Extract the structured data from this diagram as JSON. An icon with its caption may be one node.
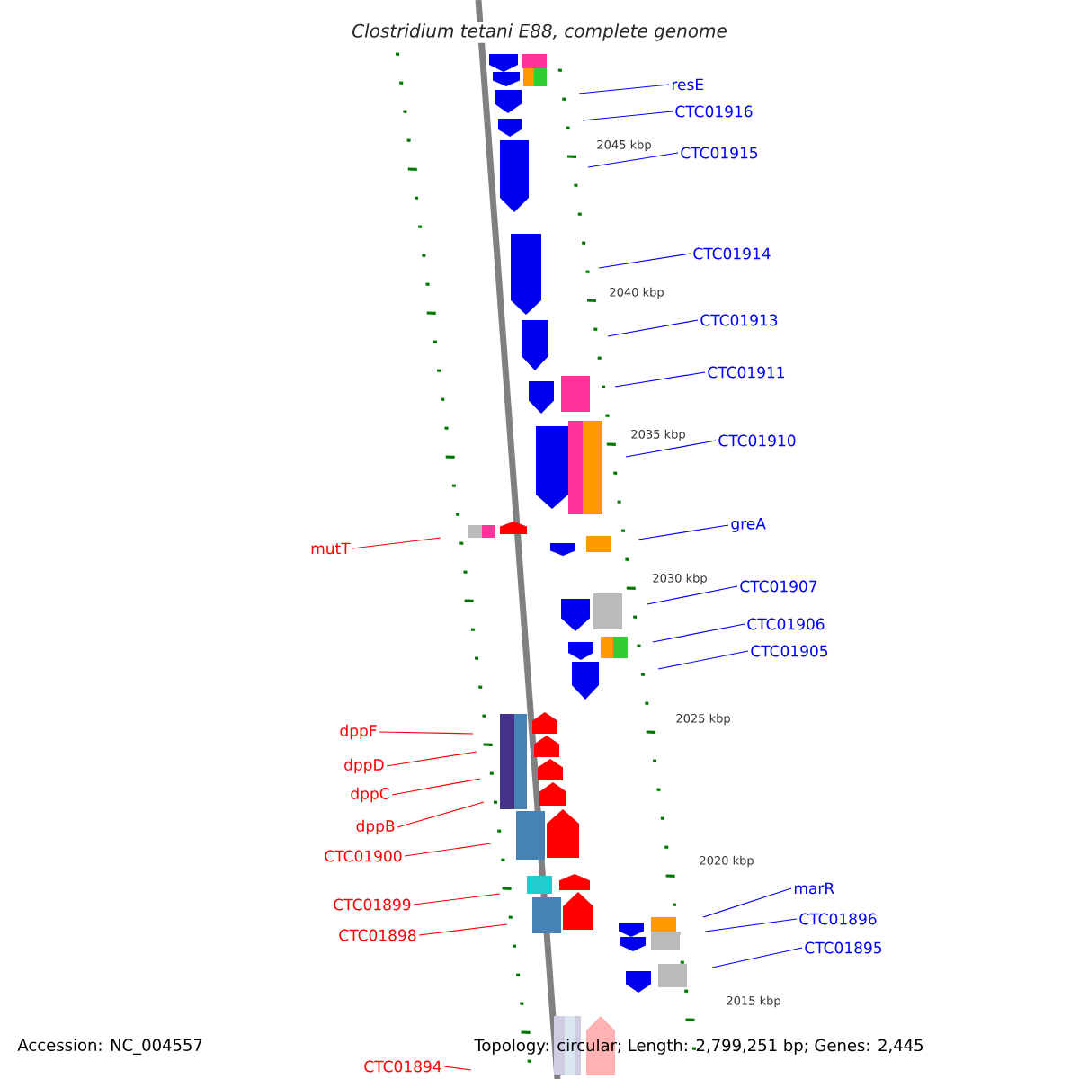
{
  "diagram": {
    "title": "Clostridium tetani E88, complete genome",
    "nodes": [
      {
        "text": [
          "resE"
        ]
      },
      {
        "text": [
          "CTC01916"
        ]
      },
      {
        "text": [
          "CTC01915"
        ]
      },
      {
        "text": [
          "CTC01914"
        ]
      },
      {
        "text": [
          "CTC01913"
        ]
      },
      {
        "text": [
          "CTC01911"
        ]
      },
      {
        "text": [
          "CTC01910"
        ]
      },
      {
        "text": [
          "greA"
        ]
      },
      {
        "text": [
          "mutT"
        ]
      },
      {
        "text": [
          "CTC01907"
        ]
      },
      {
        "text": [
          "CTC01906"
        ]
      },
      {
        "text": [
          "CTC01905"
        ]
      },
      {
        "text": [
          "dppF"
        ]
      },
      {
        "text": [
          "dppD"
        ]
      },
      {
        "text": [
          "dppC"
        ]
      },
      {
        "text": [
          "dppB"
        ]
      },
      {
        "text": [
          "CTC01900"
        ]
      },
      {
        "text": [
          "CTC01899"
        ]
      },
      {
        "text": [
          "CTC01898"
        ]
      },
      {
        "text": [
          "marR"
        ]
      },
      {
        "text": [
          "CTC01896"
        ]
      },
      {
        "text": [
          "CTC01895"
        ]
      },
      {
        "text": [
          "CTC01894"
        ]
      }
    ],
    "edges": [
      {
        "from": 0,
        "to": null,
        "arrow": "none"
      },
      {
        "from": 1,
        "to": null,
        "arrow": "none"
      },
      {
        "from": 2,
        "to": null,
        "arrow": "none"
      },
      {
        "from": 3,
        "to": null,
        "arrow": "none"
      },
      {
        "from": 4,
        "to": null,
        "arrow": "none"
      },
      {
        "from": 5,
        "to": null,
        "arrow": "none"
      },
      {
        "from": 6,
        "to": null,
        "arrow": "none"
      },
      {
        "from": 7,
        "to": null,
        "arrow": "none"
      },
      {
        "from": 8,
        "to": null,
        "arrow": "none",
        "color": "#ff0000"
      },
      {
        "from": 9,
        "to": null,
        "arrow": "none"
      },
      {
        "from": 10,
        "to": null,
        "arrow": "none"
      },
      {
        "from": 11,
        "to": null,
        "arrow": "none"
      },
      {
        "from": 12,
        "to": null,
        "arrow": "none",
        "color": "#ff0000"
      },
      {
        "from": 13,
        "to": null,
        "arrow": "none",
        "color": "#ff0000"
      },
      {
        "from": 14,
        "to": null,
        "arrow": "none",
        "color": "#ff0000"
      },
      {
        "from": 15,
        "to": null,
        "arrow": "none",
        "color": "#ff0000"
      },
      {
        "from": 16,
        "to": null,
        "arrow": "none",
        "color": "#ff0000"
      },
      {
        "from": 17,
        "to": null,
        "arrow": "none",
        "color": "#ff0000"
      },
      {
        "from": 18,
        "to": null,
        "arrow": "none",
        "color": "#ff0000"
      },
      {
        "from": 19,
        "to": null,
        "arrow": "none"
      },
      {
        "from": 20,
        "to": null,
        "arrow": "none"
      },
      {
        "from": 21,
        "to": null,
        "arrow": "none"
      },
      {
        "from": 22,
        "to": null,
        "arrow": "none",
        "color": "#ff0000"
      }
    ],
    "labels": [
      "2045 kbp",
      "2040 kbp",
      "2035 kbp",
      "2030 kbp",
      "2025 kbp",
      "2020 kbp",
      "2015 kbp",
      "Accession: NC_004557",
      "Topology: circular; Length: 2,799,251 bp; Genes: 2,445"
    ]
  }
}
